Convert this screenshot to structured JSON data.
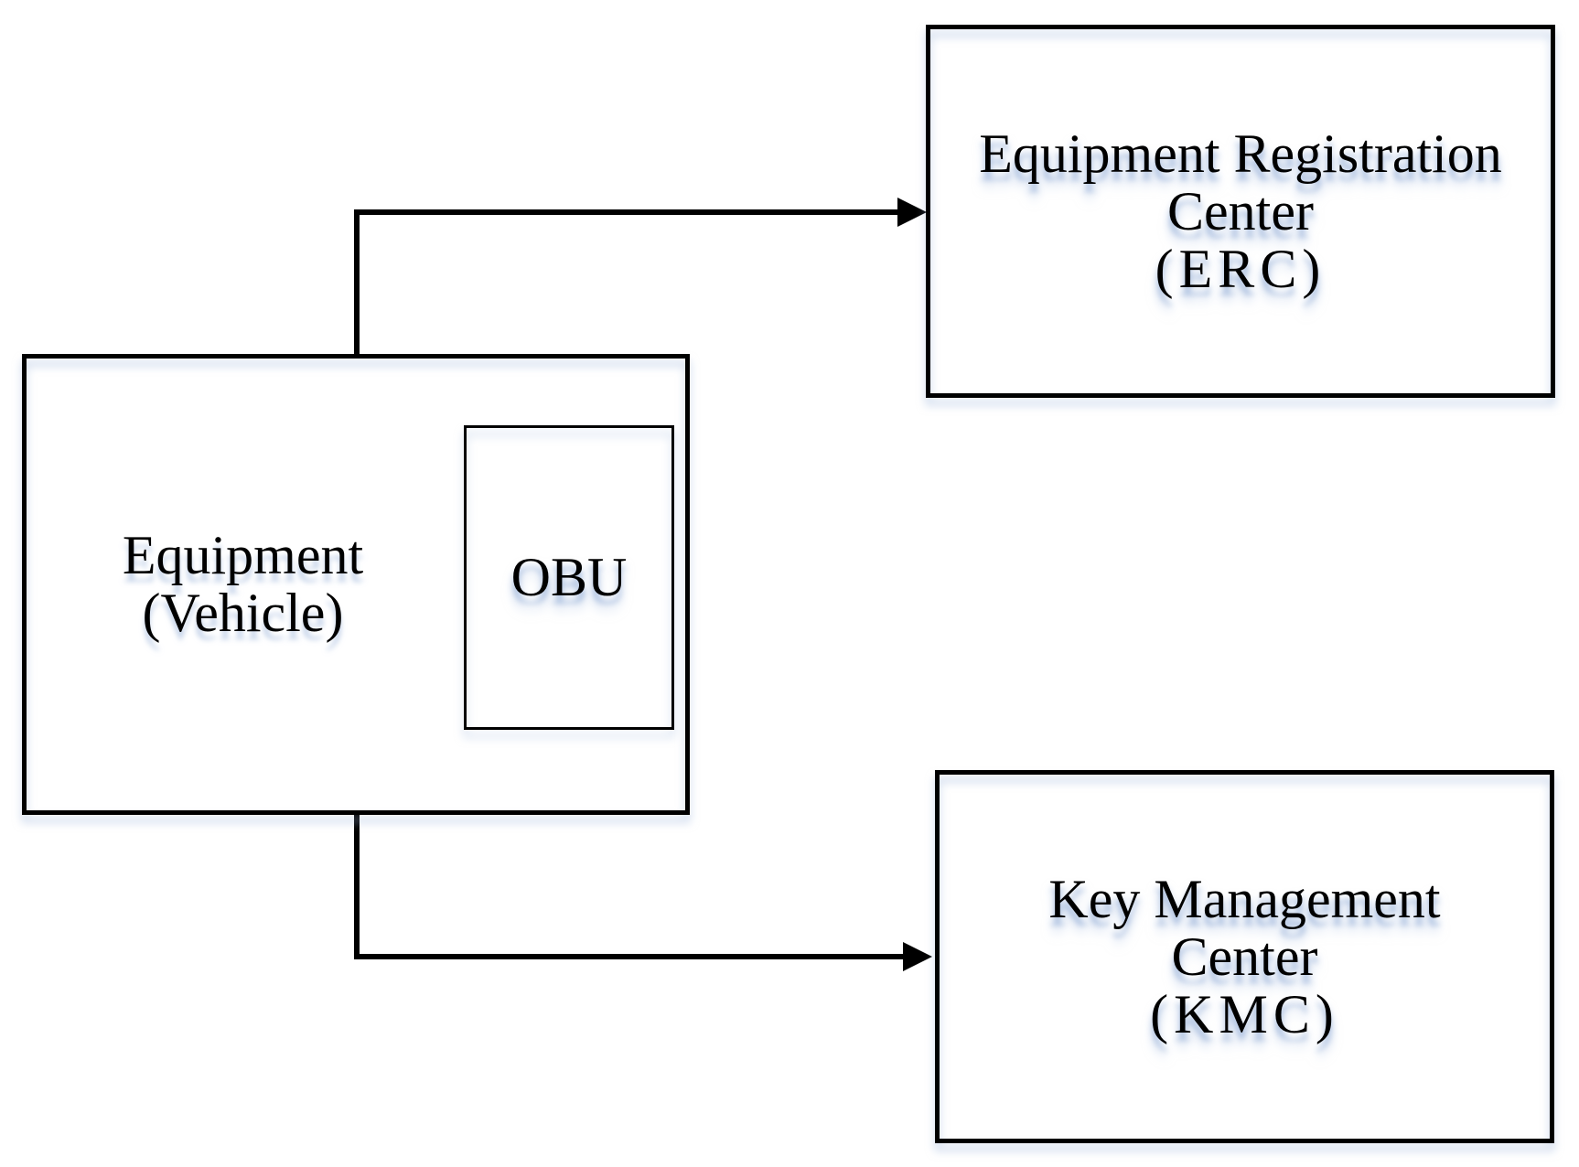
{
  "diagram": {
    "background_color": "#ffffff",
    "line_color": "#000000",
    "shadow_color": "rgba(152,176,216,0.6)",
    "nodes": {
      "equipment": {
        "line1": "Equipment",
        "line2": "(Vehicle)"
      },
      "obu": {
        "label": "OBU"
      },
      "erc": {
        "line1": "Equipment Registration",
        "line2": "Center",
        "line3": "(ERC)"
      },
      "kmc": {
        "line1": "Key Management",
        "line2": "Center",
        "line3": "(KMC)"
      }
    },
    "connectors": [
      {
        "from": "equipment",
        "to": "erc",
        "style": "elbow-arrow"
      },
      {
        "from": "equipment",
        "to": "kmc",
        "style": "elbow-arrow"
      }
    ]
  }
}
